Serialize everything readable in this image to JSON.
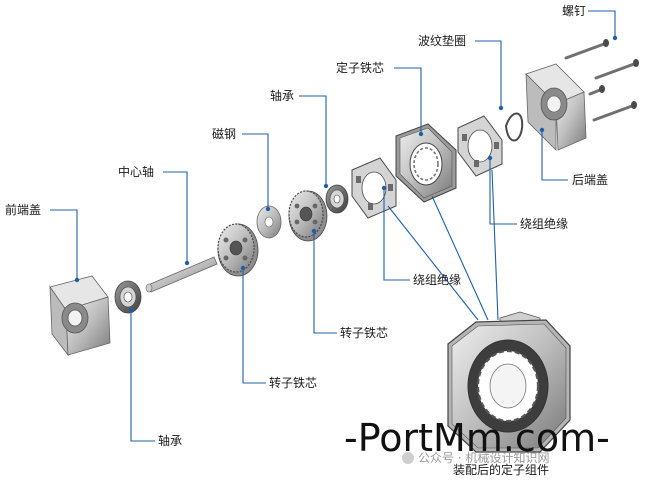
{
  "labels": {
    "screw": "螺钉",
    "wave_washer": "波纹垫圈",
    "stator_core": "定子铁芯",
    "bearing_top": "轴承",
    "magnet_steel": "磁钢",
    "center_shaft": "中心轴",
    "front_cover": "前端盖",
    "rear_cover": "后端盖",
    "winding_insulation_right": "绕组绝缘",
    "winding_insulation_mid": "绕组绝缘",
    "rotor_core_mid": "转子铁芯",
    "rotor_core_low": "转子铁芯",
    "bearing_bottom": "轴承",
    "assembled_stator": "装配后的定子组件"
  },
  "watermark": {
    "site": "-PortMm.com-",
    "account": "公众号 · 机械设计知识网"
  },
  "colors": {
    "leader": "#1f5fa8",
    "part_light": "#d9d9d9",
    "part_mid": "#a8a8a8",
    "part_dark": "#5f5f5f"
  }
}
